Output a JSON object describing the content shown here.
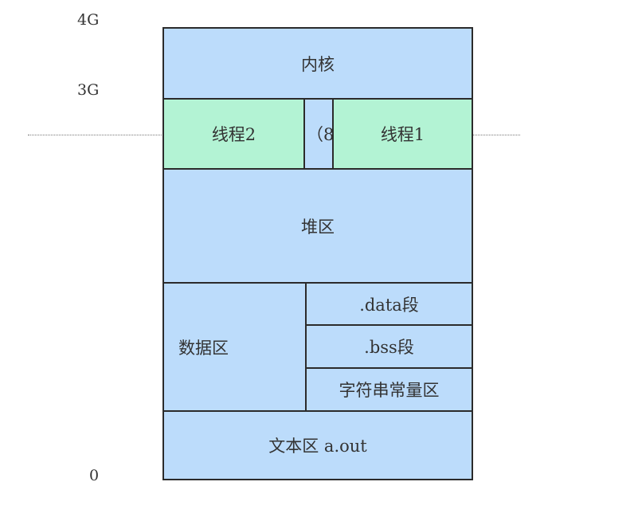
{
  "axis": {
    "top": "4G",
    "kernel_boundary": "3G",
    "bottom": "0"
  },
  "regions": {
    "kernel": "内核",
    "thread2": "线程2",
    "middle_clip": "（8",
    "thread1": "线程1",
    "heap": "堆区",
    "data_area": "数据区",
    "data_segment": ".data段",
    "bss_segment": ".bss段",
    "string_constants": "字符串常量区",
    "text_area": "文本区 a.out"
  },
  "colors": {
    "region_blue": "#bcdcfb",
    "thread_green": "#b3f3d4",
    "border": "#2b2b2b"
  }
}
